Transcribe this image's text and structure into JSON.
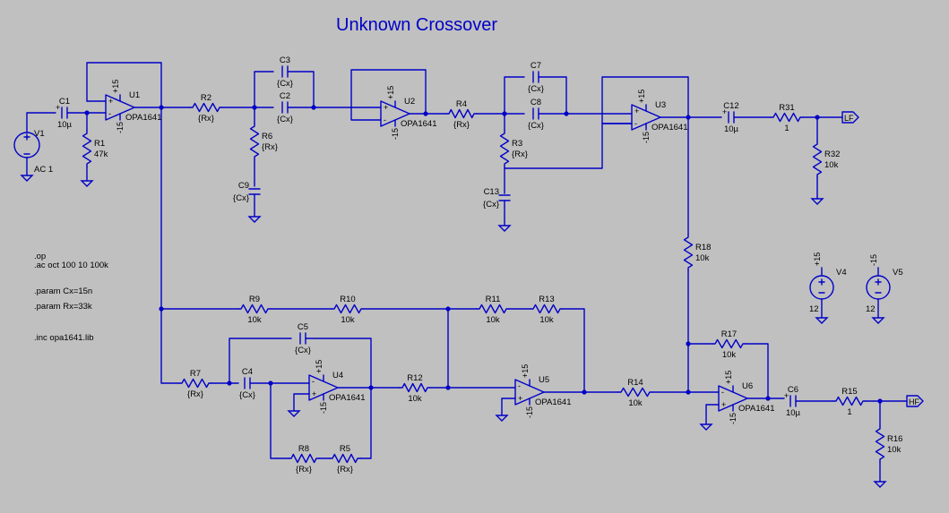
{
  "title": "Unknown Crossover",
  "directives": [
    ".op",
    ".ac oct 100 10 100k",
    ".param Cx=15n",
    ".param Rx=33k",
    ".inc opa1641.lib"
  ],
  "opamps": {
    "model": "OPA1641",
    "pos_rail": "+15",
    "neg_rail": "-15",
    "names": [
      "U1",
      "U2",
      "U3",
      "U4",
      "U5",
      "U6"
    ]
  },
  "sources": {
    "V1": {
      "name": "V1",
      "value": "AC 1"
    },
    "V4": {
      "name": "V4",
      "value": "12",
      "rail": "+15"
    },
    "V5": {
      "name": "V5",
      "value": "12",
      "rail": "-15"
    }
  },
  "ports": {
    "lf": "LF",
    "hf": "HF"
  },
  "resistors": {
    "R1": {
      "name": "R1",
      "value": "47k"
    },
    "R2": {
      "name": "R2",
      "value": "{Rx}"
    },
    "R3": {
      "name": "R3",
      "value": "{Rx}"
    },
    "R4": {
      "name": "R4",
      "value": "{Rx}"
    },
    "R5": {
      "name": "R5",
      "value": "{Rx}"
    },
    "R6": {
      "name": "R6",
      "value": "{Rx}"
    },
    "R7": {
      "name": "R7",
      "value": "{Rx}"
    },
    "R8": {
      "name": "R8",
      "value": "{Rx}"
    },
    "R9": {
      "name": "R9",
      "value": "10k"
    },
    "R10": {
      "name": "R10",
      "value": "10k"
    },
    "R11": {
      "name": "R11",
      "value": "10k"
    },
    "R12": {
      "name": "R12",
      "value": "10k"
    },
    "R13": {
      "name": "R13",
      "value": "10k"
    },
    "R14": {
      "name": "R14",
      "value": "10k"
    },
    "R15": {
      "name": "R15",
      "value": "1"
    },
    "R16": {
      "name": "R16",
      "value": "10k"
    },
    "R17": {
      "name": "R17",
      "value": "10k"
    },
    "R18": {
      "name": "R18",
      "value": "10k"
    },
    "R31": {
      "name": "R31",
      "value": "1"
    },
    "R32": {
      "name": "R32",
      "value": "10k"
    }
  },
  "capacitors": {
    "C1": {
      "name": "C1",
      "value": "10µ"
    },
    "C2": {
      "name": "C2",
      "value": "{Cx}"
    },
    "C3": {
      "name": "C3",
      "value": "{Cx}"
    },
    "C4": {
      "name": "C4",
      "value": "{Cx}"
    },
    "C5": {
      "name": "C5",
      "value": "{Cx}"
    },
    "C6": {
      "name": "C6",
      "value": "10µ"
    },
    "C7": {
      "name": "C7",
      "value": "{Cx}"
    },
    "C8": {
      "name": "C8",
      "value": "{Cx}"
    },
    "C9": {
      "name": "C9",
      "value": "{Cx}"
    },
    "C12": {
      "name": "C12",
      "value": "10µ"
    },
    "C13": {
      "name": "C13",
      "value": "{Cx}"
    }
  },
  "colors": {
    "background": "#c0c0c0",
    "wire": "#0000c8",
    "text": "#000000",
    "title": "#0000c8"
  }
}
